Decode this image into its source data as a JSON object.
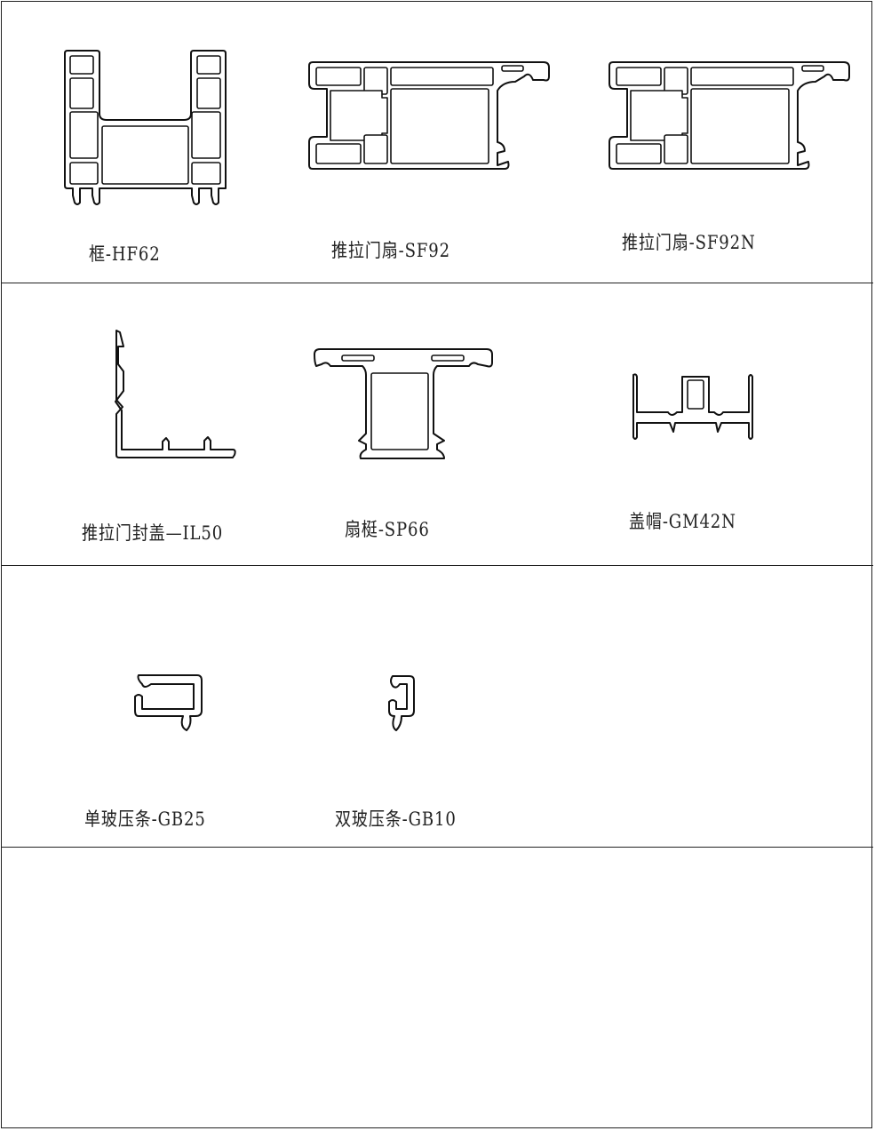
{
  "profiles": [
    {
      "label": "框-HF62"
    },
    {
      "label": "推拉门扇-SF92"
    },
    {
      "label": "推拉门扇-SF92N"
    },
    {
      "label": "推拉门封盖—IL50"
    },
    {
      "label": "扇梃-SP66"
    },
    {
      "label": "盖帽-GM42N"
    },
    {
      "label": "单玻压条-GB25"
    },
    {
      "label": "双玻压条-GB10"
    }
  ],
  "colors": {
    "line": "#111111",
    "background": "#ffffff"
  }
}
